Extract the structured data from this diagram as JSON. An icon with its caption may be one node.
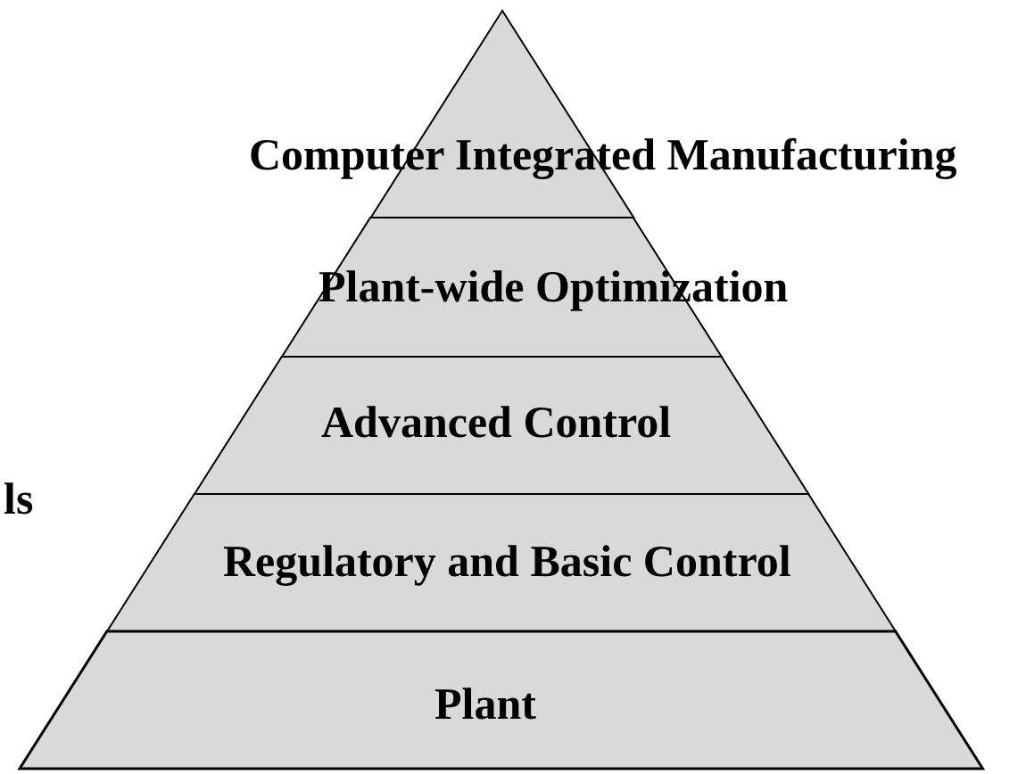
{
  "diagram": {
    "nodes": [
      {
        "text": [
          "Computer Integrated Manufacturing"
        ]
      },
      {
        "text": [
          "Plant-wide Optimization"
        ]
      },
      {
        "text": [
          "Advanced Control"
        ]
      },
      {
        "text": [
          "Regulatory and Basic Control"
        ]
      },
      {
        "text": [
          "Plant"
        ]
      }
    ],
    "labels": [
      "ls"
    ]
  }
}
